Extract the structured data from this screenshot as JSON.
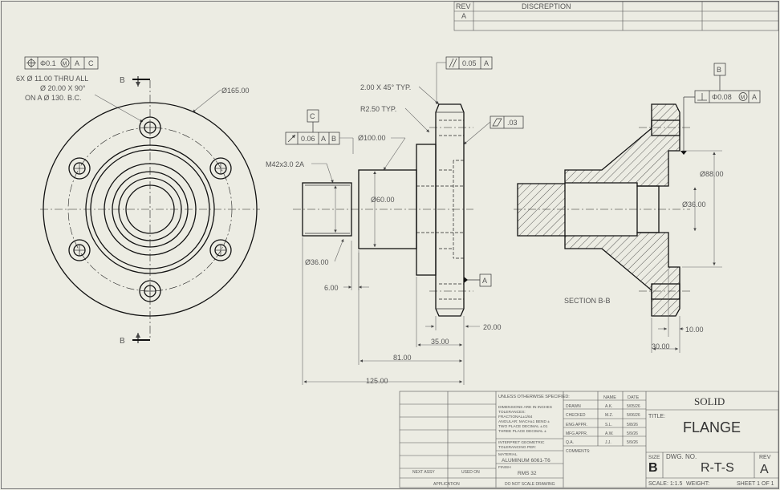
{
  "revision_table": {
    "headers": [
      "REV",
      "DISCREPTION"
    ],
    "rows": [
      [
        "A",
        ""
      ]
    ]
  },
  "front_view": {
    "position_fcf": {
      "value": "Φ0.1",
      "modifier": "M",
      "datum1": "A",
      "datum2": "C"
    },
    "hole_note": [
      "6X Ø 11.00 THRU ALL",
      "Ø 20.00 X 90°",
      "ON A Ø 130. B.C."
    ],
    "od_dim": "Ø165.00",
    "section_label_top": "B",
    "section_label_bottom": "B"
  },
  "side_view": {
    "parallel_fcf": {
      "value": "0.05",
      "datum": "A"
    },
    "chamfer_note": "2.00 X 45° TYP.",
    "radius_note": "R2.50 TYP.",
    "flatness_fcf": {
      "value": ".03"
    },
    "runout_datum": "C",
    "runout_fcf": {
      "value": "0.06",
      "datum1": "A",
      "datum2": "B"
    },
    "dia_100": "Ø100.00",
    "thread_note": "M42x3.0 2A",
    "dia_60": "Ø60.00",
    "dia_36": "Ø36.00",
    "len_6": "6.00",
    "datum_a": "A",
    "len_20": "20.00",
    "len_35": "35.00",
    "len_81": "81.00",
    "len_125": "125.00"
  },
  "section_view": {
    "datum_b": "B",
    "perp_fcf": {
      "value": "Φ0.08",
      "modifier": "M",
      "datum": "A"
    },
    "dia_88": "Ø88.00",
    "dia_36": "Ø36.00",
    "label": "SECTION B-B",
    "len_10": "10.00",
    "len_30": "30.00"
  },
  "title_block": {
    "unless_specified": "UNLESS OTHERWISE SPECIFIED:",
    "dims_note": [
      "DIMENSIONS ARE IN INCHES",
      "TOLERANCES:",
      "FRACTIONAL±1/64",
      "ANGULAR: MACH±1   BEND ±",
      "TWO PLACE DECIMAL   ±.01",
      "THREE PLACE DECIMAL  ±"
    ],
    "geom_note": [
      "INTERPRET GEOMETRIC",
      "TOLERANCING PER:"
    ],
    "material_label": "MATERIAL",
    "material": "ALUMINUM 6061-T6",
    "finish_label": "FINISH",
    "finish": "RMS 32",
    "next_assy": "NEXT ASSY",
    "used_on": "USED ON",
    "application": "APPLICATION",
    "do_not_scale": "DO NOT SCALE DRAWING",
    "col_name": "NAME",
    "col_date": "DATE",
    "approvals": [
      {
        "role": "DRAWN",
        "name": "A.K.",
        "date": "5/05/26"
      },
      {
        "role": "CHECKED",
        "name": "M.Z.",
        "date": "5/06/26"
      },
      {
        "role": "ENG APPR.",
        "name": "S.L.",
        "date": "5/8/26"
      },
      {
        "role": "MFG APPR.",
        "name": "A.W.",
        "date": "5/9/26"
      },
      {
        "role": "Q.A.",
        "name": "J.J.",
        "date": "5/9/26"
      }
    ],
    "comments": "COMMENTS:",
    "company": "SOLID",
    "title_label": "TITLE:",
    "title": "FLANGE",
    "size_label": "SIZE",
    "size": "B",
    "dwg_no_label": "DWG.  NO.",
    "dwg_no": "R-T-S",
    "rev_label": "REV",
    "rev": "A",
    "scale": "SCALE: 1:1.5",
    "weight": "WEIGHT:",
    "sheet": "SHEET 1 OF 1"
  }
}
